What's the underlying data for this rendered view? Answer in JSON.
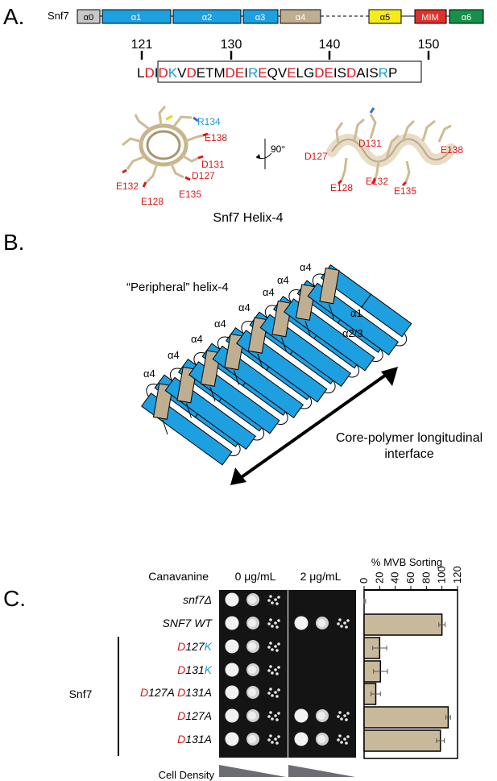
{
  "panels": {
    "a": "A.",
    "b": "B.",
    "c": "C."
  },
  "domain_map": {
    "protein": "Snf7",
    "domains": [
      {
        "label": "α0",
        "color": "#c8c8c8"
      },
      {
        "label": "α1",
        "color": "#1e9fe0"
      },
      {
        "label": "α2",
        "color": "#1e9fe0"
      },
      {
        "label": "α3",
        "color": "#1e9fe0"
      },
      {
        "label": "α4",
        "color": "#bfae90"
      },
      {
        "label": "α5",
        "color": "#f5ea1a"
      },
      {
        "label": "MIM",
        "color": "#e0302a"
      },
      {
        "label": "α6",
        "color": "#16904a"
      }
    ]
  },
  "sequence": {
    "numbers": [
      "121",
      "130",
      "140",
      "150"
    ],
    "residues": [
      [
        "L",
        "k"
      ],
      [
        "D",
        "r"
      ],
      [
        "I",
        "k"
      ],
      [
        "D",
        "r"
      ],
      [
        "K",
        "c"
      ],
      [
        "V",
        "k"
      ],
      [
        "D",
        "r"
      ],
      [
        "E",
        "k"
      ],
      [
        "T",
        "k"
      ],
      [
        "M",
        "k"
      ],
      [
        "D",
        "r"
      ],
      [
        "E",
        "r"
      ],
      [
        "I",
        "k"
      ],
      [
        "R",
        "c"
      ],
      [
        "E",
        "r"
      ],
      [
        "Q",
        "k"
      ],
      [
        "V",
        "k"
      ],
      [
        "E",
        "r"
      ],
      [
        "L",
        "k"
      ],
      [
        "G",
        "k"
      ],
      [
        "D",
        "r"
      ],
      [
        "E",
        "r"
      ],
      [
        "I",
        "k"
      ],
      [
        "S",
        "k"
      ],
      [
        "D",
        "r"
      ],
      [
        "A",
        "k"
      ],
      [
        "I",
        "k"
      ],
      [
        "S",
        "k"
      ],
      [
        "R",
        "c"
      ],
      [
        "P",
        "k"
      ]
    ]
  },
  "structure": {
    "end_view": {
      "r134": "R134",
      "e138": "E138",
      "d131": "D131",
      "d127": "D127",
      "e132": "E132",
      "e135": "E135",
      "e128": "E128"
    },
    "side_view": {
      "d127": "D127",
      "d131": "D131",
      "e138": "E138",
      "e128": "E128",
      "e132": "E132",
      "e135": "E135"
    },
    "rotation": "90°",
    "caption": "Snf7 Helix-4"
  },
  "polymer": {
    "peripheral_label": "“Peripheral” helix-4",
    "a4_label": "α4",
    "a1_label": "α1",
    "a23_label": "α2/3",
    "interface_label": [
      "Core-polymer longitudinal",
      "interface"
    ],
    "colors": {
      "core": "#1e9fe0",
      "peripheral": "#bfae90"
    }
  },
  "growth_assay": {
    "canavanine_label": "Canavanine",
    "concentrations": [
      "0 μg/mL",
      "2 μg/mL"
    ],
    "group_label": "Snf7",
    "cell_density_label": "Cell Density",
    "growth_at_2ugml": [
      false,
      true,
      false,
      false,
      false,
      true,
      true
    ]
  },
  "strains": [
    {
      "text": "snf7Δ"
    },
    {
      "text": "SNF7 WT"
    },
    {
      "part1": "D",
      "part2": "127",
      "part3": "K"
    },
    {
      "part1": "D",
      "part2": "131",
      "part3": "K"
    },
    {
      "part1": "D",
      "part2": "127A ",
      "part3": "D",
      "part4": "131A"
    },
    {
      "part1": "D",
      "part2": "127A"
    },
    {
      "part1": "D",
      "part2": "131A"
    }
  ],
  "chart_data": {
    "type": "bar",
    "title": "% MVB Sorting",
    "orientation": "horizontal",
    "categories": [
      "snf7Δ",
      "SNF7 WT",
      "D127K",
      "D131K",
      "D127A D131A",
      "D127A",
      "D131A"
    ],
    "values": [
      0,
      100,
      20,
      21,
      15,
      108,
      98
    ],
    "errors": [
      2,
      4,
      9,
      9,
      6,
      3,
      5
    ],
    "xlim": [
      0,
      120
    ],
    "ticks": [
      "0",
      "20",
      "40",
      "60",
      "80",
      "100",
      "120"
    ],
    "bar_color": "#c9b99b"
  }
}
